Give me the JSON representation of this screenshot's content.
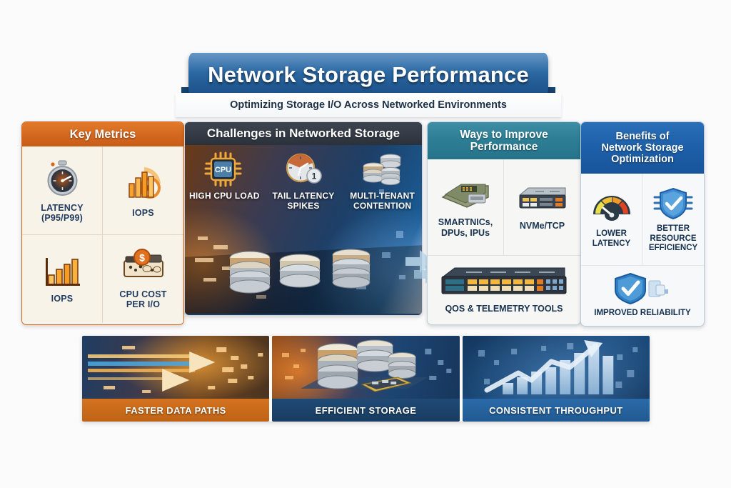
{
  "banner": {
    "title": "Network Storage Performance",
    "subtitle": "Optimizing Storage I/O Across Networked Environments",
    "ribbon_color": "#2e6ba6",
    "tail_color": "#15436f"
  },
  "panels": {
    "key_metrics": {
      "heading": "Key Metrics",
      "accent_color": "#d4671f",
      "body_color": "#f8f3e9",
      "items": [
        {
          "label": "LATENCY\n(P95/P99)",
          "label_line1": "LATENCY",
          "label_line2": "(P95/P99)",
          "icon": "stopwatch-icon"
        },
        {
          "label": "IOPS",
          "label_line1": "IOPS",
          "label_line2": "",
          "icon": "bar-chart-gauge-icon"
        },
        {
          "label": "IOPS",
          "label_line1": "IOPS",
          "label_line2": "",
          "icon": "bar-chart-icon"
        },
        {
          "label": "CPU COST PER I/O",
          "label_line1": "CPU COST",
          "label_line2": "PER I/O",
          "icon": "cost-coin-icon"
        }
      ]
    },
    "challenges": {
      "heading": "Challenges in Networked Storage",
      "accent_color": "#333a45",
      "items": [
        {
          "label_line1": "HIGH CPU LOAD",
          "label_line2": "",
          "icon": "cpu-chip-icon"
        },
        {
          "label_line1": "TAIL LATENCY",
          "label_line2": "SPIKES",
          "icon": "clock-spike-icon"
        },
        {
          "label_line1": "MULTI-TENANT",
          "label_line2": "CONTENTION",
          "icon": "database-stack-icon"
        }
      ]
    },
    "ways_to_improve": {
      "heading_line1": "Ways to Improve",
      "heading_line2": "Performance",
      "accent_color": "#2d7f96",
      "items": [
        {
          "label_line1": "SMARTNICs,",
          "label_line2": "DPUs, IPUs",
          "icon": "smartnic-card-icon"
        },
        {
          "label_line1": "NVMe/TCP",
          "label_line2": "",
          "icon": "network-appliance-icon"
        },
        {
          "label_line1": "QOS & TELEMETRY TOOLS",
          "label_line2": "",
          "icon": "rack-switch-icon"
        }
      ]
    },
    "benefits": {
      "heading_line1": "Benefits of",
      "heading_line2": "Network Storage",
      "heading_line3": "Optimization",
      "accent_color": "#1d5fa8",
      "items": [
        {
          "label_line1": "LOWER",
          "label_line2": "LATENCY",
          "label_line3": "",
          "icon": "speed-gauge-icon"
        },
        {
          "label_line1": "BETTER",
          "label_line2": "RESOURCE",
          "label_line3": "EFFICIENCY",
          "icon": "shield-chip-icon"
        },
        {
          "label_line1": "IMPROVED RELIABILITY",
          "label_line2": "",
          "label_line3": "",
          "icon": "shield-check-icon"
        }
      ]
    }
  },
  "bottom_strip": {
    "tiles": [
      {
        "caption": "FASTER DATA PATHS",
        "caption_color": "#d4731f",
        "art": "data-stream-arrows-art"
      },
      {
        "caption": "EFFICIENT STORAGE",
        "caption_color": "#1f4a74",
        "art": "database-stack-art"
      },
      {
        "caption": "CONSISTENT THROUGHPUT",
        "caption_color": "#2a6aa8",
        "art": "growth-chart-art"
      }
    ]
  },
  "flow_arrow": {
    "name": "flow-arrow-icon",
    "color": "#b9d7ea"
  }
}
